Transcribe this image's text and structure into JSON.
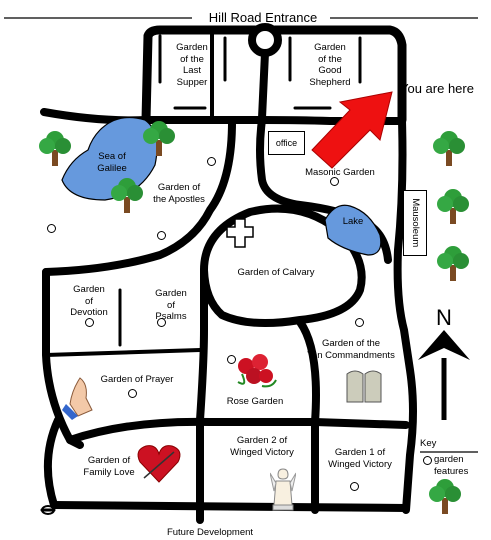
{
  "map": {
    "entrance_label": "Hill Road Entrance",
    "you_are_here_label": "You are here",
    "bottom_label": "Future Development",
    "north_label": "N",
    "colors": {
      "road": "#000000",
      "water": "#6699dd",
      "arrow": "#ee1111",
      "ground": "#ffffff"
    },
    "areas": [
      {
        "id": "last-supper",
        "lines": [
          "Garden",
          "of the",
          "Last",
          "Supper"
        ]
      },
      {
        "id": "good-shepherd",
        "lines": [
          "Garden",
          "of the",
          "Good",
          "Shepherd"
        ]
      },
      {
        "id": "sea-of-galilee",
        "lines": [
          "Sea of",
          "Galilee"
        ]
      },
      {
        "id": "apostles",
        "lines": [
          "Garden of",
          "the Apostles"
        ]
      },
      {
        "id": "office",
        "lines": [
          "office"
        ]
      },
      {
        "id": "masonic",
        "lines": [
          "Masonic Garden"
        ]
      },
      {
        "id": "lake",
        "lines": [
          "Lake"
        ]
      },
      {
        "id": "mausoleum",
        "lines": [
          "Mausoleum"
        ]
      },
      {
        "id": "calvary",
        "lines": [
          "Garden of Calvary"
        ]
      },
      {
        "id": "devotion",
        "lines": [
          "Garden",
          "of",
          "Devotion"
        ]
      },
      {
        "id": "psalms",
        "lines": [
          "Garden",
          "of",
          "Psalms"
        ]
      },
      {
        "id": "ten-commandments",
        "lines": [
          "Garden of the",
          "Ten Commandments"
        ]
      },
      {
        "id": "prayer",
        "lines": [
          "Garden of Prayer"
        ]
      },
      {
        "id": "rose",
        "lines": [
          "Rose Garden"
        ]
      },
      {
        "id": "family-love",
        "lines": [
          "Garden of",
          "Family Love"
        ]
      },
      {
        "id": "winged-victory-2",
        "lines": [
          "Garden 2 of",
          "Winged Victory"
        ]
      },
      {
        "id": "winged-victory-1",
        "lines": [
          "Garden 1 of",
          "Winged Victory"
        ]
      }
    ],
    "legend": {
      "title": "Key",
      "feature_label_lines": [
        "garden",
        "features"
      ]
    },
    "icons": [
      "tree-icon",
      "praying-hands-icon",
      "heart-icon",
      "roses-icon",
      "angel-statue-icon",
      "tablets-icon",
      "cross-icon",
      "north-arrow-icon"
    ]
  }
}
